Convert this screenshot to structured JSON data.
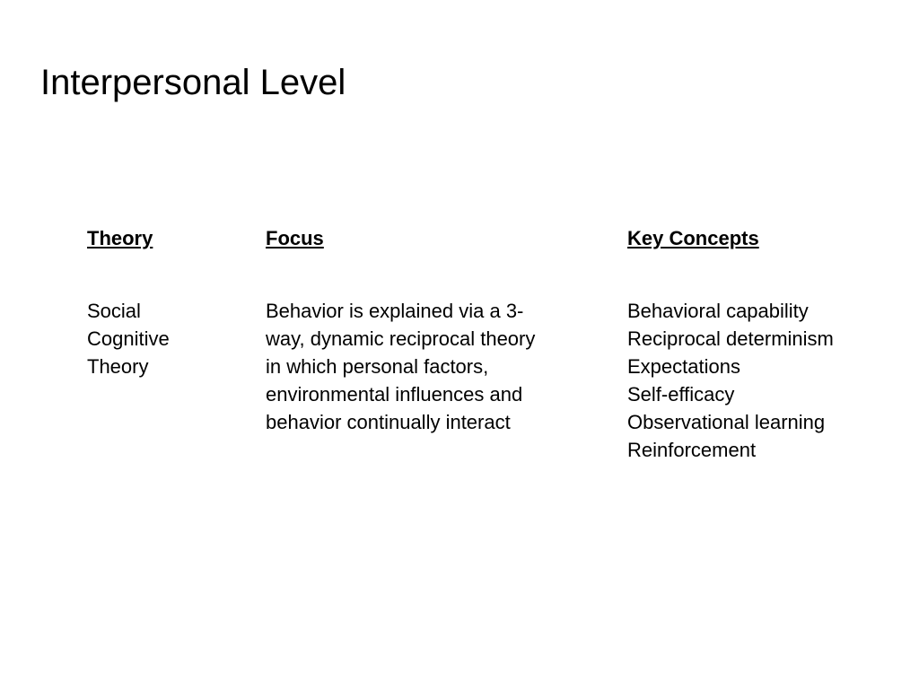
{
  "title": "Interpersonal Level",
  "table": {
    "headers": {
      "theory": "Theory",
      "focus": "Focus",
      "key_concepts": "Key Concepts"
    },
    "row": {
      "theory_lines": [
        "Social",
        "Cognitive",
        "Theory"
      ],
      "focus_lines": [
        "Behavior is explained via a 3-",
        "way, dynamic reciprocal theory",
        "in which personal factors,",
        "environmental influences and",
        "behavior continually interact"
      ],
      "key_concepts": [
        "Behavioral capability",
        "Reciprocal determinism",
        "Expectations",
        "Self-efficacy",
        "Observational learning",
        "Reinforcement"
      ]
    }
  }
}
